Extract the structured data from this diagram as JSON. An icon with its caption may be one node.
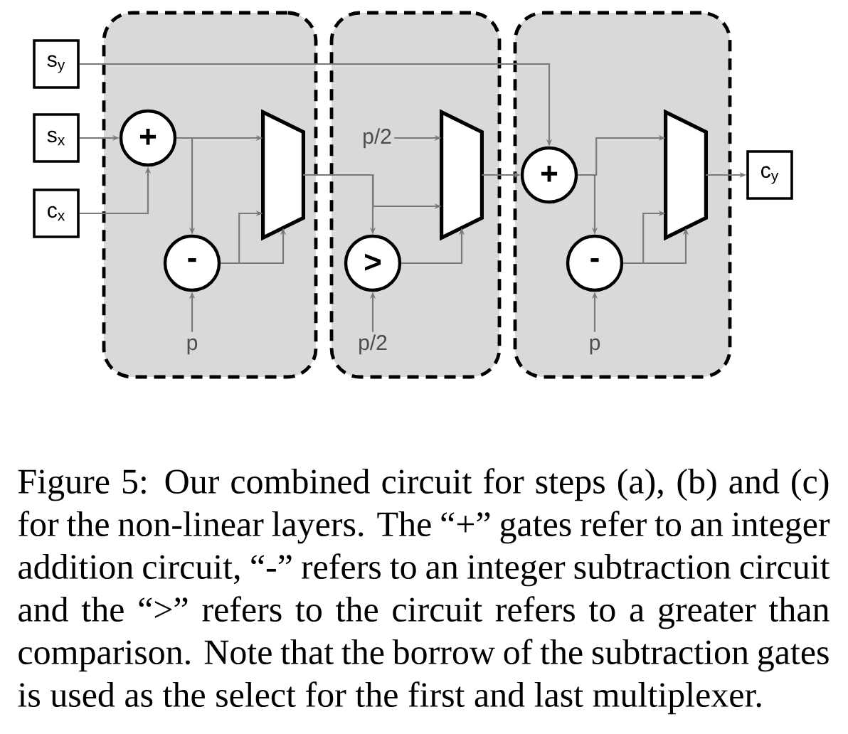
{
  "diagram": {
    "caption": "Figure 5: Our combined circuit for steps (a), (b) and (c) for the non-linear layers. The “+” gates refer to an integer addition circuit, “-” refers to an integer subtraction circuit and the “>” refers to the circuit refers to a greater than comparison. Note that the borrow of the subtraction gates is used as the select for the first and last multiplexer.",
    "nodes": [
      {
        "text": [],
        "shape": "box"
      },
      {
        "text": [],
        "shape": "box"
      },
      {
        "text": [],
        "shape": "box"
      },
      {
        "text": [
          "s$_{y}$"
        ]
      },
      {
        "text": [
          "s$_{x}$"
        ]
      },
      {
        "text": [
          "c$_{x}$"
        ]
      },
      {
        "text": [
          "+"
        ],
        "in": 0
      },
      {
        "text": [
          "-"
        ],
        "in": 0
      },
      {
        "text": [],
        "shape": "trapezoid",
        "in": 0
      },
      {
        "text": [
          "p"
        ],
        "in": 0
      },
      {
        "text": [
          "p/2"
        ],
        "in": 1
      },
      {
        "text": [
          ">"
        ],
        "in": 1
      },
      {
        "text": [],
        "shape": "trapezoid",
        "in": 1
      },
      {
        "text": [
          "p/2"
        ],
        "in": 1
      },
      {
        "text": [
          "+"
        ],
        "in": 2
      },
      {
        "text": [
          "-"
        ],
        "in": 2
      },
      {
        "text": [],
        "shape": "trapezoid",
        "in": 2
      },
      {
        "text": [
          "p"
        ],
        "in": 2
      },
      {
        "text": [
          "c$_{y}$"
        ]
      }
    ],
    "edges": [
      {
        "from": 3,
        "to": 14,
        "arrow": "to"
      },
      {
        "from": 4,
        "to": 6,
        "arrow": "to"
      },
      {
        "from": 5,
        "to": 6,
        "arrow": "to"
      },
      {
        "from": 6,
        "to": 8,
        "arrow": "to"
      },
      {
        "from": 6,
        "to": 7,
        "arrow": "to"
      },
      {
        "from": 9,
        "to": 7,
        "arrow": "to"
      },
      {
        "from": 7,
        "to": 8,
        "arrow": "to"
      },
      {
        "from": 7,
        "to": 8,
        "arrow": "to"
      },
      {
        "from": 8,
        "to": 11,
        "arrow": "to"
      },
      {
        "from": 8,
        "to": 12,
        "arrow": "to"
      },
      {
        "from": 10,
        "to": 12,
        "arrow": "to"
      },
      {
        "from": 13,
        "to": 11,
        "arrow": "to"
      },
      {
        "from": 11,
        "to": 12,
        "arrow": "to"
      },
      {
        "from": 12,
        "to": 14,
        "arrow": "to"
      },
      {
        "from": 14,
        "to": 16,
        "arrow": "to"
      },
      {
        "from": 14,
        "to": 15,
        "arrow": "to"
      },
      {
        "from": 17,
        "to": 15,
        "arrow": "to"
      },
      {
        "from": 15,
        "to": 16,
        "arrow": "to"
      },
      {
        "from": 15,
        "to": 16,
        "arrow": "to"
      },
      {
        "from": 16,
        "to": 18,
        "arrow": "to"
      }
    ]
  }
}
